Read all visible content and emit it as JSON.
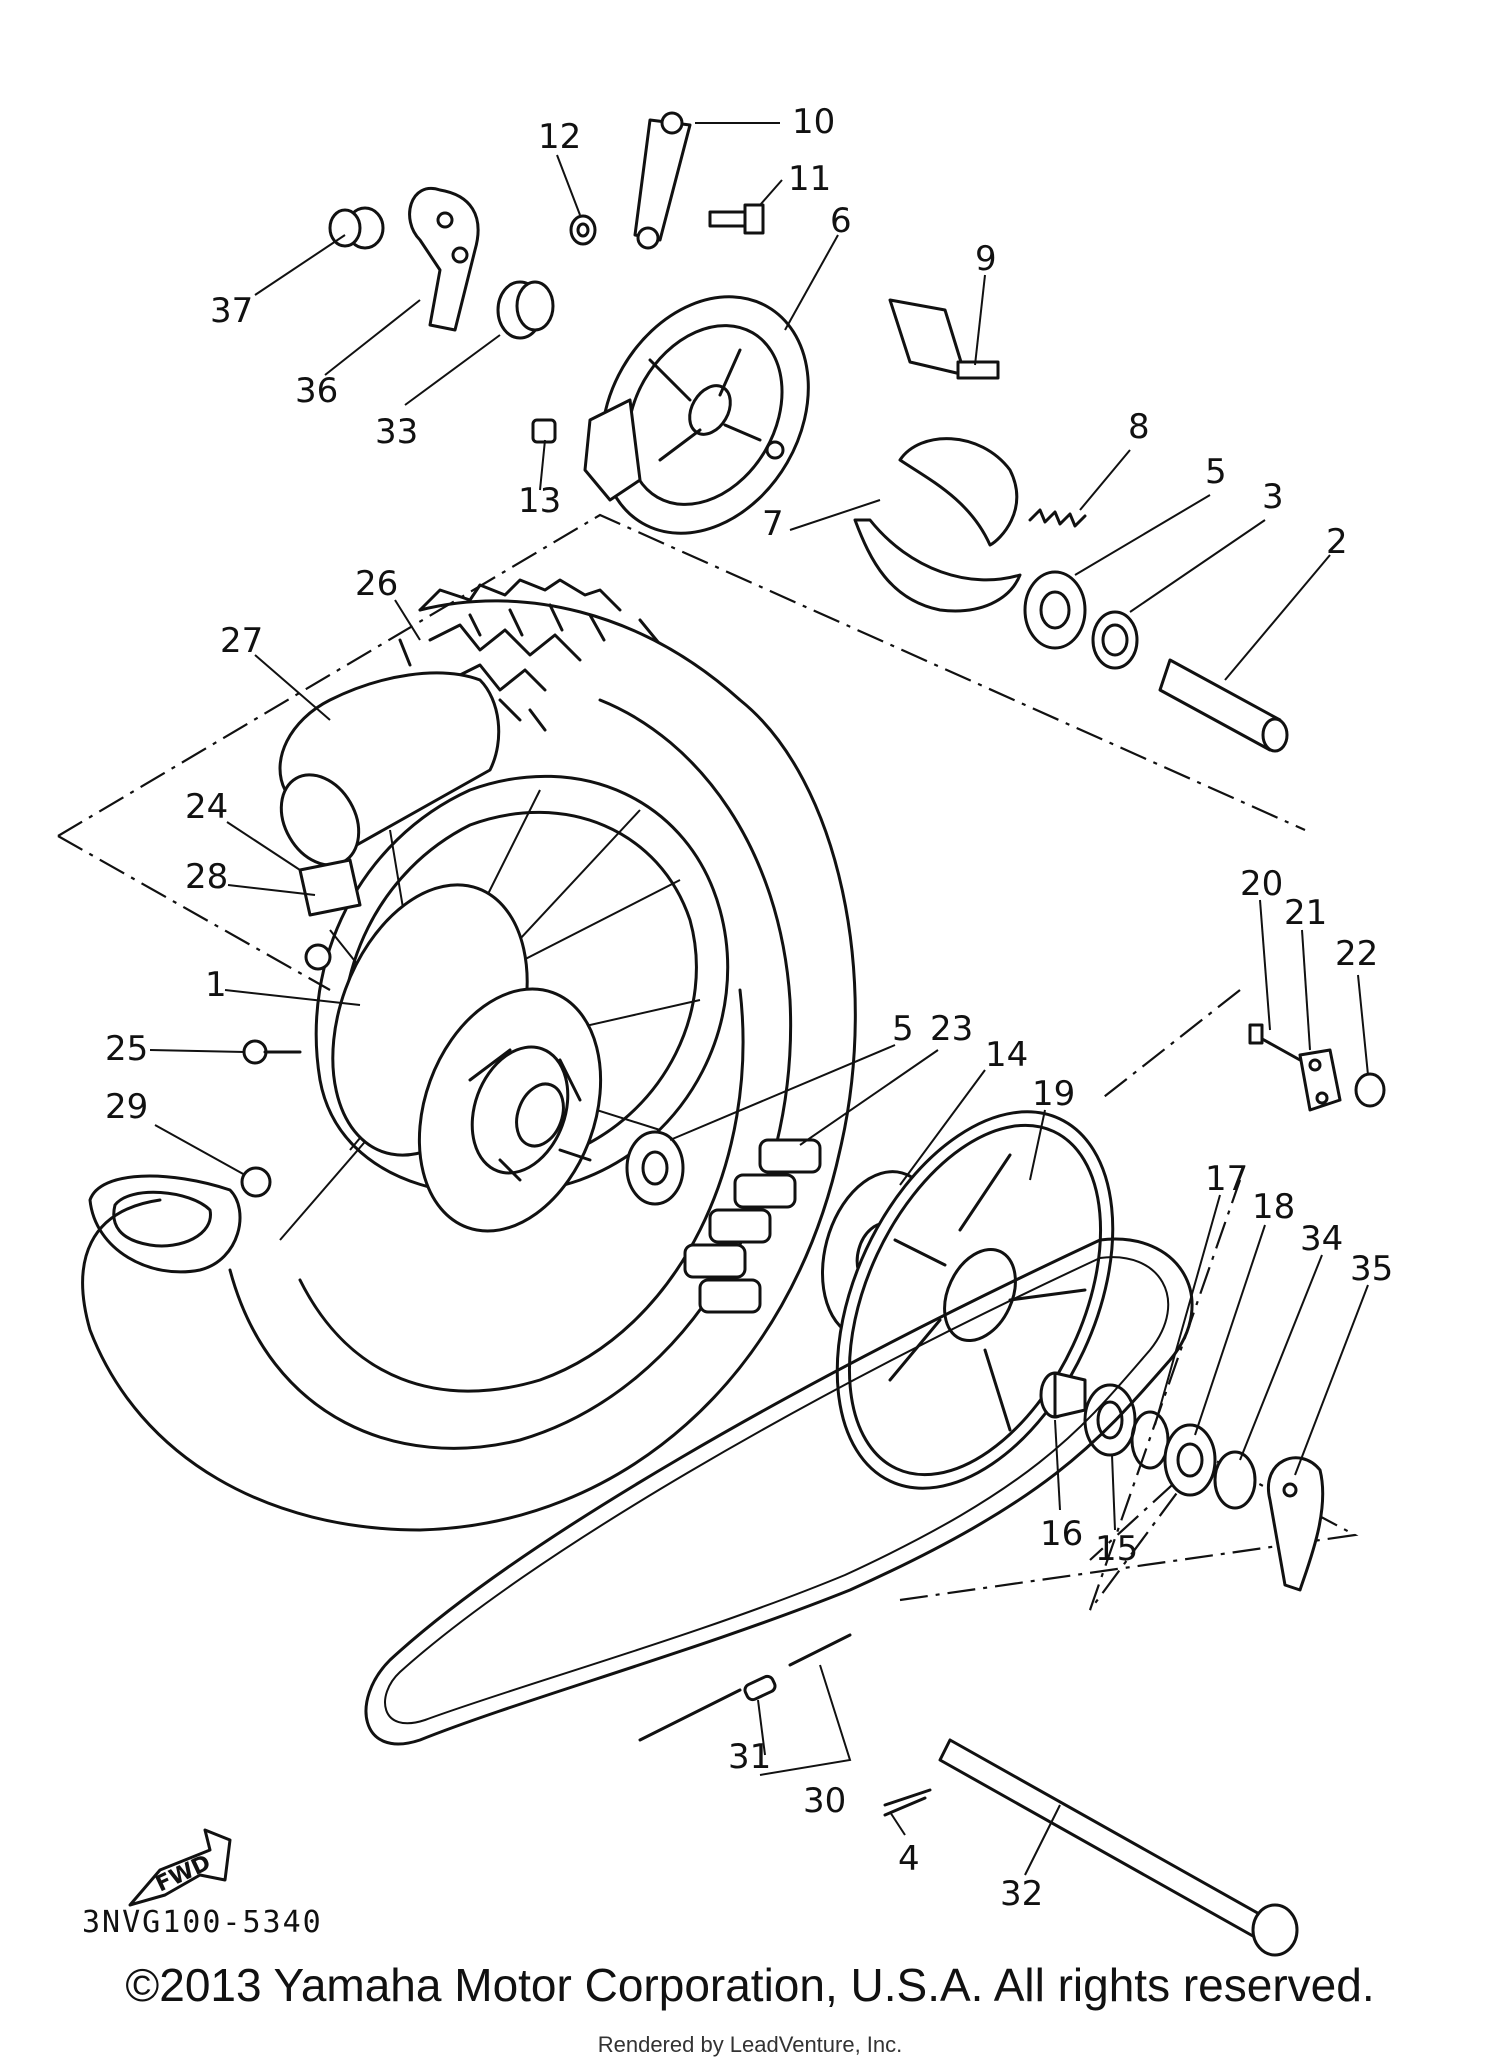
{
  "diagram": {
    "callouts": [
      "1",
      "2",
      "3",
      "4",
      "5",
      "5",
      "6",
      "7",
      "8",
      "9",
      "10",
      "11",
      "12",
      "13",
      "14",
      "15",
      "16",
      "17",
      "18",
      "19",
      "20",
      "21",
      "22",
      "23",
      "24",
      "25",
      "26",
      "27",
      "28",
      "29",
      "30",
      "31",
      "32",
      "33",
      "34",
      "35",
      "36",
      "37"
    ],
    "fwd_label": "FWD",
    "part_code": "3NVG100-5340"
  },
  "footer": {
    "copyright": "©2013 Yamaha Motor Corporation, U.S.A. All rights reserved.",
    "rendered_by": "Rendered by LeadVenture, Inc."
  }
}
